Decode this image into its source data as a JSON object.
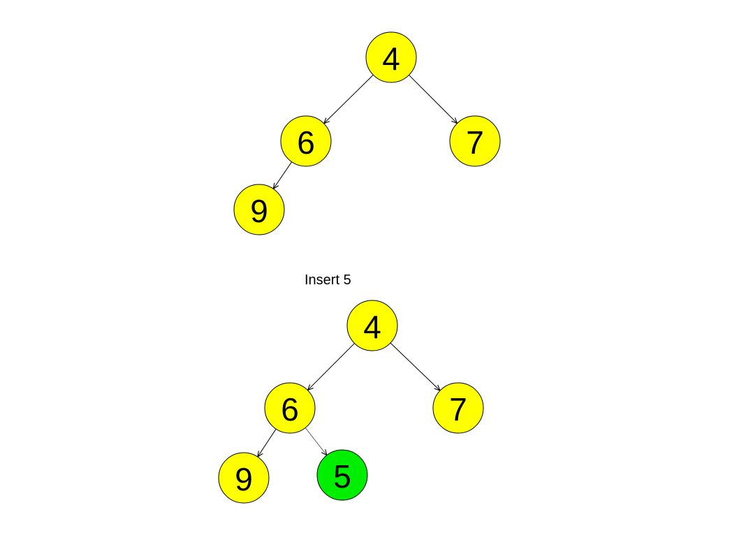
{
  "colors": {
    "node_default": "#ffff00",
    "node_inserted": "#00ee00",
    "edge": "#000000"
  },
  "caption": "Insert 5",
  "trees": [
    {
      "name": "before",
      "nodes": [
        {
          "id": "a4",
          "label": "4",
          "highlight": false
        },
        {
          "id": "a6",
          "label": "6",
          "highlight": false
        },
        {
          "id": "a7",
          "label": "7",
          "highlight": false
        },
        {
          "id": "a9",
          "label": "9",
          "highlight": false
        }
      ],
      "edges": [
        {
          "from": "a4",
          "to": "a6"
        },
        {
          "from": "a4",
          "to": "a7"
        },
        {
          "from": "a6",
          "to": "a9"
        }
      ]
    },
    {
      "name": "after",
      "nodes": [
        {
          "id": "b4",
          "label": "4",
          "highlight": false
        },
        {
          "id": "b6",
          "label": "6",
          "highlight": false
        },
        {
          "id": "b7",
          "label": "7",
          "highlight": false
        },
        {
          "id": "b9",
          "label": "9",
          "highlight": false
        },
        {
          "id": "b5",
          "label": "5",
          "highlight": true
        }
      ],
      "edges": [
        {
          "from": "b4",
          "to": "b6"
        },
        {
          "from": "b4",
          "to": "b7"
        },
        {
          "from": "b6",
          "to": "b9"
        },
        {
          "from": "b6",
          "to": "b5",
          "light": true
        }
      ]
    }
  ]
}
